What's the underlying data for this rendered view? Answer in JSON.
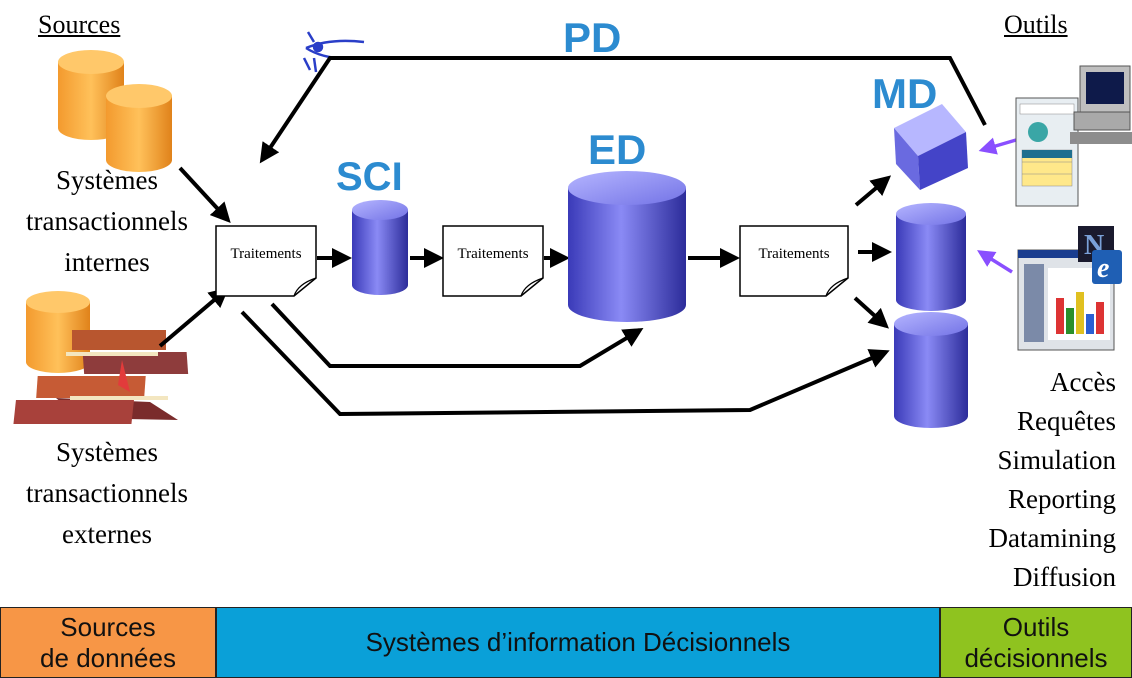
{
  "headers": {
    "sources": "Sources",
    "outils": "Outils"
  },
  "sources": {
    "internal_label": [
      "Systèmes",
      "transactionnels",
      "internes"
    ],
    "external_label": [
      "Systèmes",
      "transactionnels",
      "externes"
    ]
  },
  "diagram": {
    "pd": "PD",
    "sci": "SCI",
    "ed": "ED",
    "md": "MD",
    "traitements": [
      "Traitements",
      "Traitements",
      "Traitements"
    ]
  },
  "tools": [
    "Accès",
    "Requêtes",
    "Simulation",
    "Reporting",
    "Datamining",
    "Diffusion"
  ],
  "bands": {
    "sources": [
      "Sources",
      "de données"
    ],
    "sid": "Systèmes d’information Décisionnels",
    "outils": [
      "Outils",
      "décisionnels"
    ]
  },
  "colors": {
    "orange_db": "#f79a2a",
    "blue_cyl": "#6f6fe0",
    "title_blue": "#2c8bd0",
    "band_orange": "#f79646",
    "band_blue": "#0aa0d8",
    "band_green": "#8fc31f",
    "purple_arrow": "#8a4fff"
  }
}
